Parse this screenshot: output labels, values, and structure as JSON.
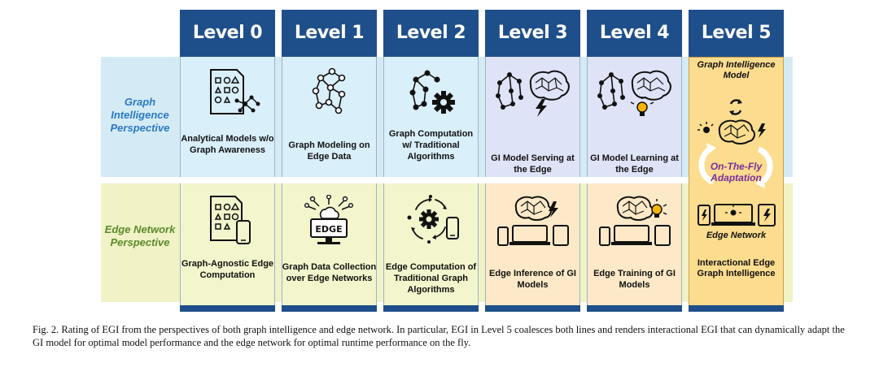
{
  "rows": {
    "top_label": "Graph Intelligence Perspective",
    "bottom_label": "Edge Network Perspective"
  },
  "levels": [
    {
      "title": "Level 0",
      "top_text": "Analytical Models w/o Graph Awareness",
      "bottom_text": "Graph-Agnostic Edge Computation",
      "top_icon": "document-shapes-graph-icon",
      "bottom_icon": "document-phone-icon"
    },
    {
      "title": "Level 1",
      "top_text": "Graph Modeling on Edge Data",
      "bottom_text": "Graph Data Collection over Edge Networks",
      "top_icon": "graph-nodes-icon",
      "bottom_icon": "edge-server-cloud-icon"
    },
    {
      "title": "Level 2",
      "top_text": "Graph Computation w/ Traditional Algorithms",
      "bottom_text": "Edge Computation of Traditional Graph Algorithms",
      "top_icon": "graph-gear-icon",
      "bottom_icon": "gear-cycle-phone-icon"
    },
    {
      "title": "Level 3",
      "top_text": "GI Model Serving at the Edge",
      "bottom_text": "Edge Inference of GI Models",
      "top_icon": "graph-brain-bolt-icon",
      "bottom_icon": "brain-bolt-devices-icon"
    },
    {
      "title": "Level 4",
      "top_text": "GI Model Learning at the Edge",
      "bottom_text": "Edge Training of GI Models",
      "top_icon": "graph-brain-bulb-icon",
      "bottom_icon": "brain-bulb-devices-icon"
    },
    {
      "title": "Level 5",
      "model_text": "Graph Intelligence Model",
      "adapt_text": "On-The-Fly Adaptation",
      "network_text": "Edge Network",
      "bottom_text": "Interactional Edge Graph Intelligence"
    }
  ],
  "caption": "Fig. 2.  Rating of EGI from the perspectives of both graph intelligence and edge network. In particular, EGI in Level 5 coalesces both lines and renders interactional EGI that can dynamically adapt the GI model for optimal model performance and the edge network for optimal runtime performance on the fly.",
  "colors": {
    "header": "#1e4f8a",
    "top_band": "#d4ebf5",
    "bottom_band": "#f1f2c6",
    "level5": "#fcdc8e",
    "gi_label": "#2b78c5",
    "en_label": "#5b8a2b",
    "adapt_text": "#7a2f9c"
  }
}
